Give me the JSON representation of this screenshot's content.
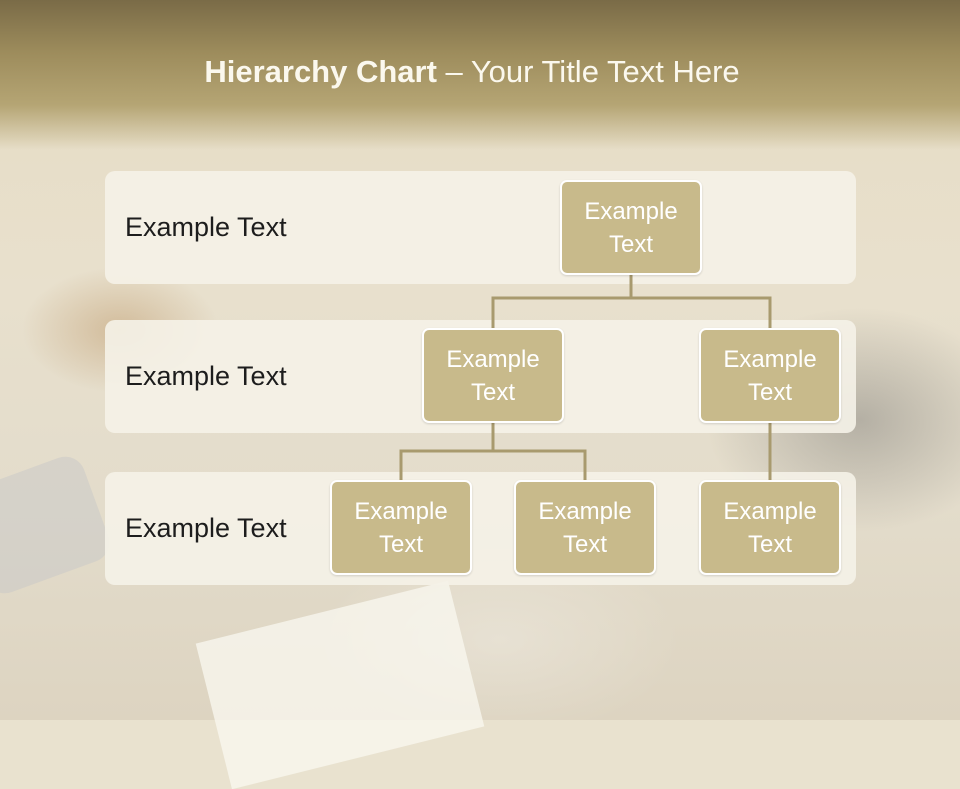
{
  "title": {
    "bold": "Hierarchy Chart",
    "rest": " – Your Title Text Here"
  },
  "levels": [
    {
      "label": "Example Text"
    },
    {
      "label": "Example Text"
    },
    {
      "label": "Example Text"
    }
  ],
  "nodes": {
    "root": "Example Text",
    "level2_left": "Example Text",
    "level2_right": "Example Text",
    "level3_left": "Example Text",
    "level3_middle": "Example Text",
    "level3_right": "Example Text"
  },
  "colors": {
    "node_fill": "#c8ba8b",
    "connector": "#a89a6e",
    "band_fill": "#f5f2e8",
    "header": "#9d8c5c"
  }
}
